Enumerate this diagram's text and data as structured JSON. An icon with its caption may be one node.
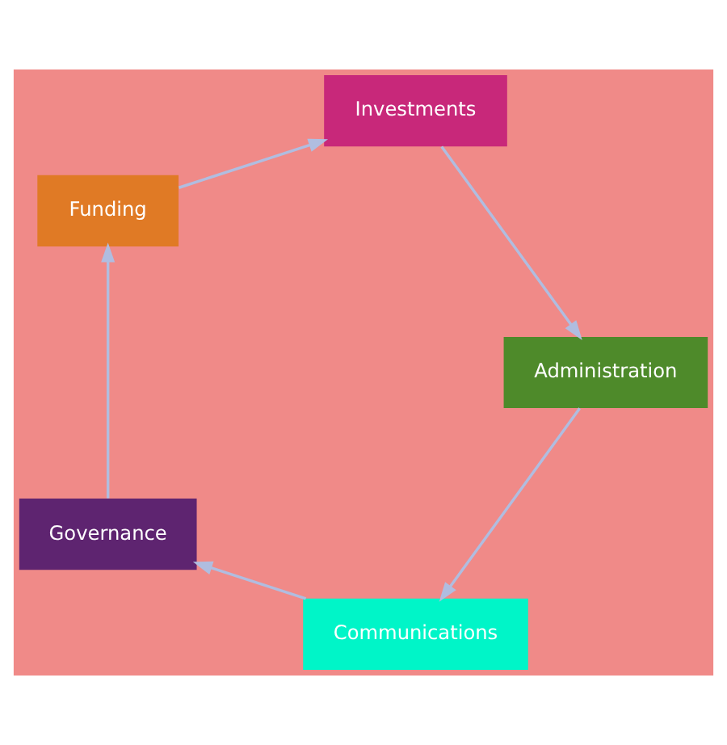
{
  "diagram": {
    "nodes": [
      {
        "text": [
          "Communications"
        ]
      },
      {
        "text": [
          "Governance"
        ]
      },
      {
        "text": [
          "Funding"
        ]
      },
      {
        "text": [
          "Investments"
        ]
      },
      {
        "text": [
          "Administration"
        ]
      }
    ],
    "edges": [
      {
        "from": 0,
        "to": 1,
        "arrow": "to"
      },
      {
        "from": 1,
        "to": 2,
        "arrow": "to"
      },
      {
        "from": 2,
        "to": 3,
        "arrow": "to"
      },
      {
        "from": 3,
        "to": 4,
        "arrow": "to"
      },
      {
        "from": 4,
        "to": 0,
        "arrow": "to"
      }
    ]
  }
}
